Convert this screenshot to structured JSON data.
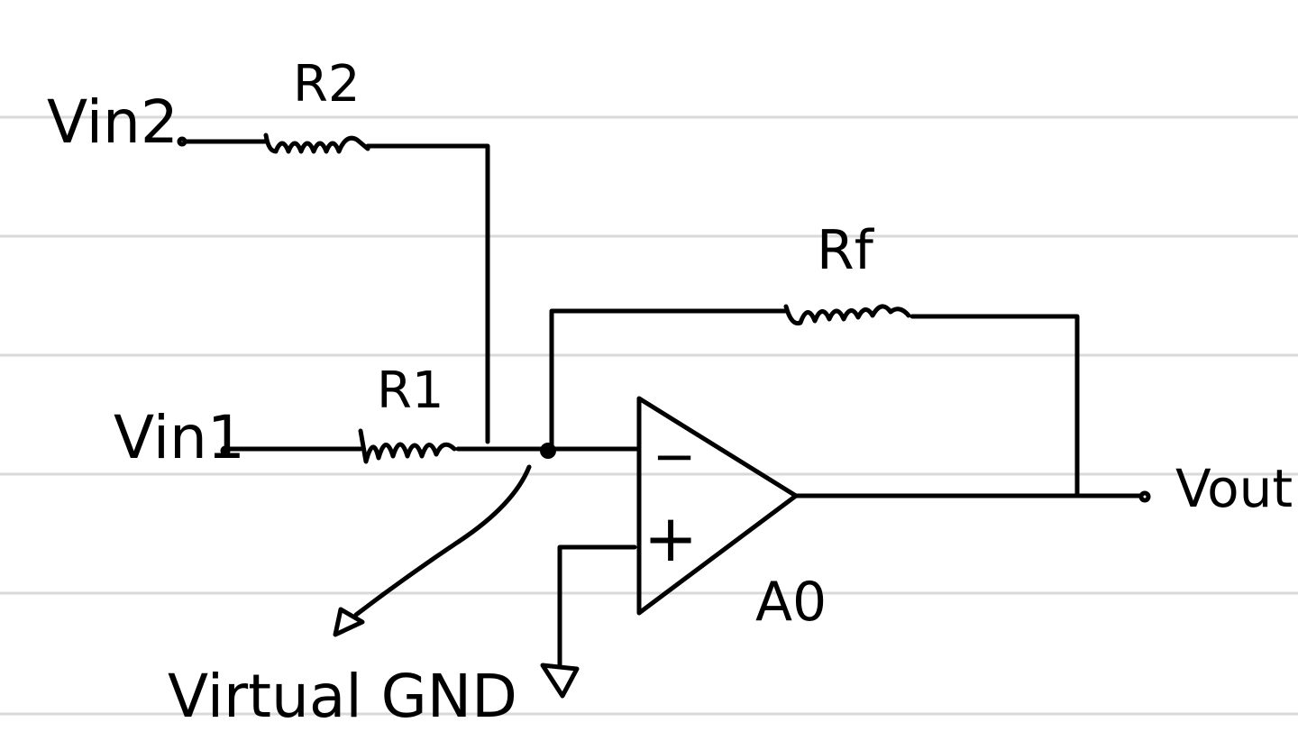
{
  "diagram": {
    "labels": {
      "vin2": "Vin2",
      "vin1": "Vin1",
      "vout": "Vout",
      "r2": "R2",
      "r1": "R1",
      "rf": "Rf",
      "gain": "A0",
      "virtual_gnd": "Virtual GND"
    },
    "opamp_inputs": {
      "inverting": "−",
      "non_inverting": "+"
    },
    "colors": {
      "ink": "#000000",
      "ruled_line": "#d9d9d9",
      "paper": "#ffffff"
    }
  }
}
